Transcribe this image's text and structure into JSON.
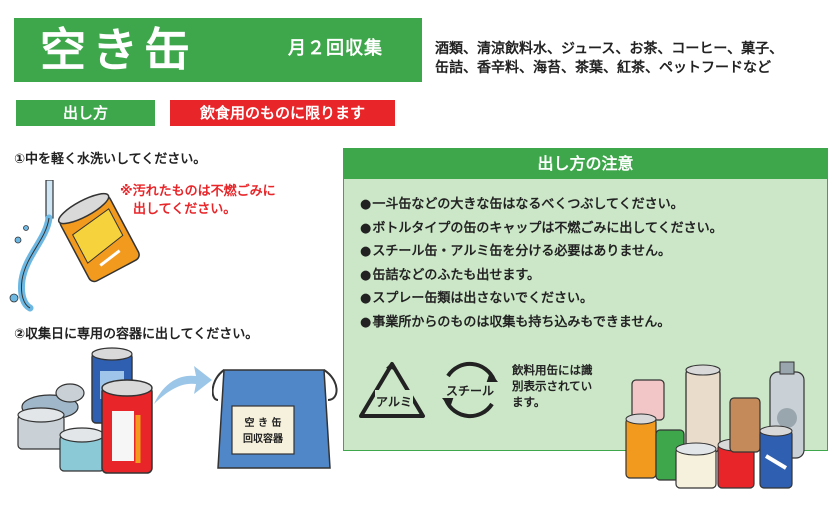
{
  "header": {
    "title": "空き缶",
    "frequency": "月２回収集",
    "examples": [
      "酒類、清涼飲料水、ジュース、お茶、コーヒー、菓子、",
      "缶詰、香辛料、海苔、茶葉、紅茶、ペットフードなど"
    ]
  },
  "tags": {
    "method": "出し方",
    "limit": "飲食用のものに限ります"
  },
  "steps": {
    "step1": "①中を軽く水洗いしてください。",
    "warning": [
      "※汚れたものは不燃ごみに",
      "　出してください。"
    ],
    "step2": "②収集日に専用の容器に出してください。"
  },
  "notes": {
    "title": "出し方の注意",
    "items": [
      "一斗缶などの大きな缶はなるべくつぶしてください。",
      "ボトルタイプの缶のキャップは不燃ごみに出してください。",
      "スチール缶・アルミ缶を分ける必要はありません。",
      "缶詰などのふたも出せます。",
      "スプレー缶類は出さないでください。",
      "事業所からのものは収集も持ち込みもできません。"
    ],
    "marks": {
      "aluminum": "アルミ",
      "steel": "スチール"
    },
    "id_note": [
      "飲料用缶には識",
      "別表示されてい",
      "ます。"
    ]
  },
  "container_label": [
    "空 き 缶",
    "回収容器"
  ],
  "colors": {
    "green": "#3ea74b",
    "red": "#e8262a",
    "panel": "#cbe7c7"
  }
}
